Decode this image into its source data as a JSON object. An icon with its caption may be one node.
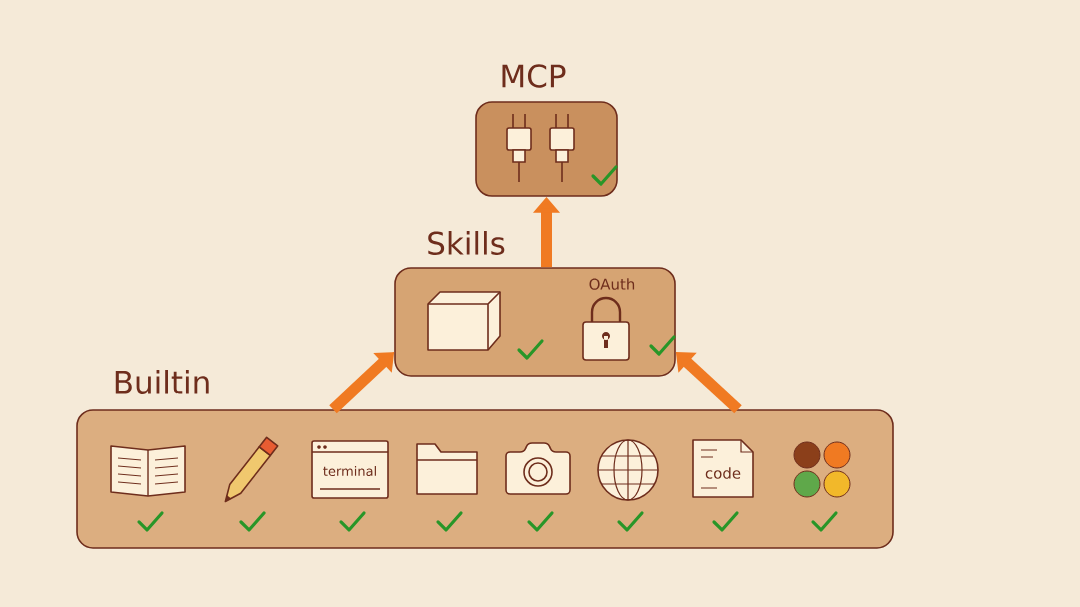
{
  "diagram": {
    "nodes": [
      {
        "text": [
          "MCP"
        ]
      },
      {
        "text": [
          "Skills"
        ]
      },
      {
        "text": [
          "Builtin"
        ]
      }
    ],
    "edges": [
      {
        "from": 2,
        "to": 1,
        "arrow": "to"
      },
      {
        "from": 2,
        "to": 1,
        "arrow": "to"
      },
      {
        "from": 1,
        "to": 0,
        "arrow": "to"
      }
    ],
    "labels": [
      "OAuth",
      "terminal",
      "code"
    ]
  }
}
